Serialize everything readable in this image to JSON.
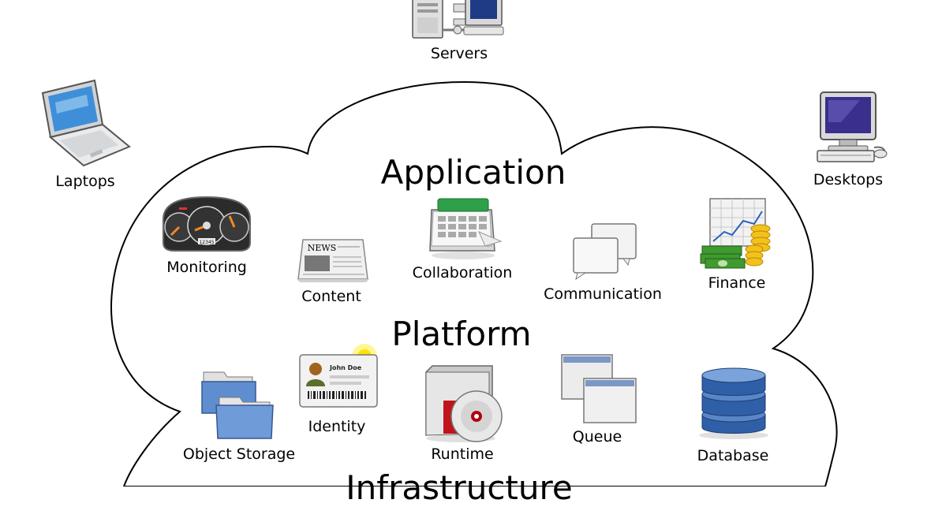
{
  "devices": {
    "servers": "Servers",
    "laptops": "Laptops",
    "desktops": "Desktops"
  },
  "layers": {
    "application": "Application",
    "platform": "Platform",
    "infrastructure": "Infrastructure"
  },
  "application_items": {
    "monitoring": "Monitoring",
    "content": "Content",
    "collaboration": "Collaboration",
    "communication": "Communication",
    "finance": "Finance"
  },
  "platform_items": {
    "object_storage": "Object Storage",
    "identity": "Identity",
    "runtime": "Runtime",
    "queue": "Queue",
    "database": "Database"
  },
  "embedded_text": {
    "news_label": "NEWS",
    "id_card_name": "John Doe",
    "gauge_readout": "12345"
  }
}
